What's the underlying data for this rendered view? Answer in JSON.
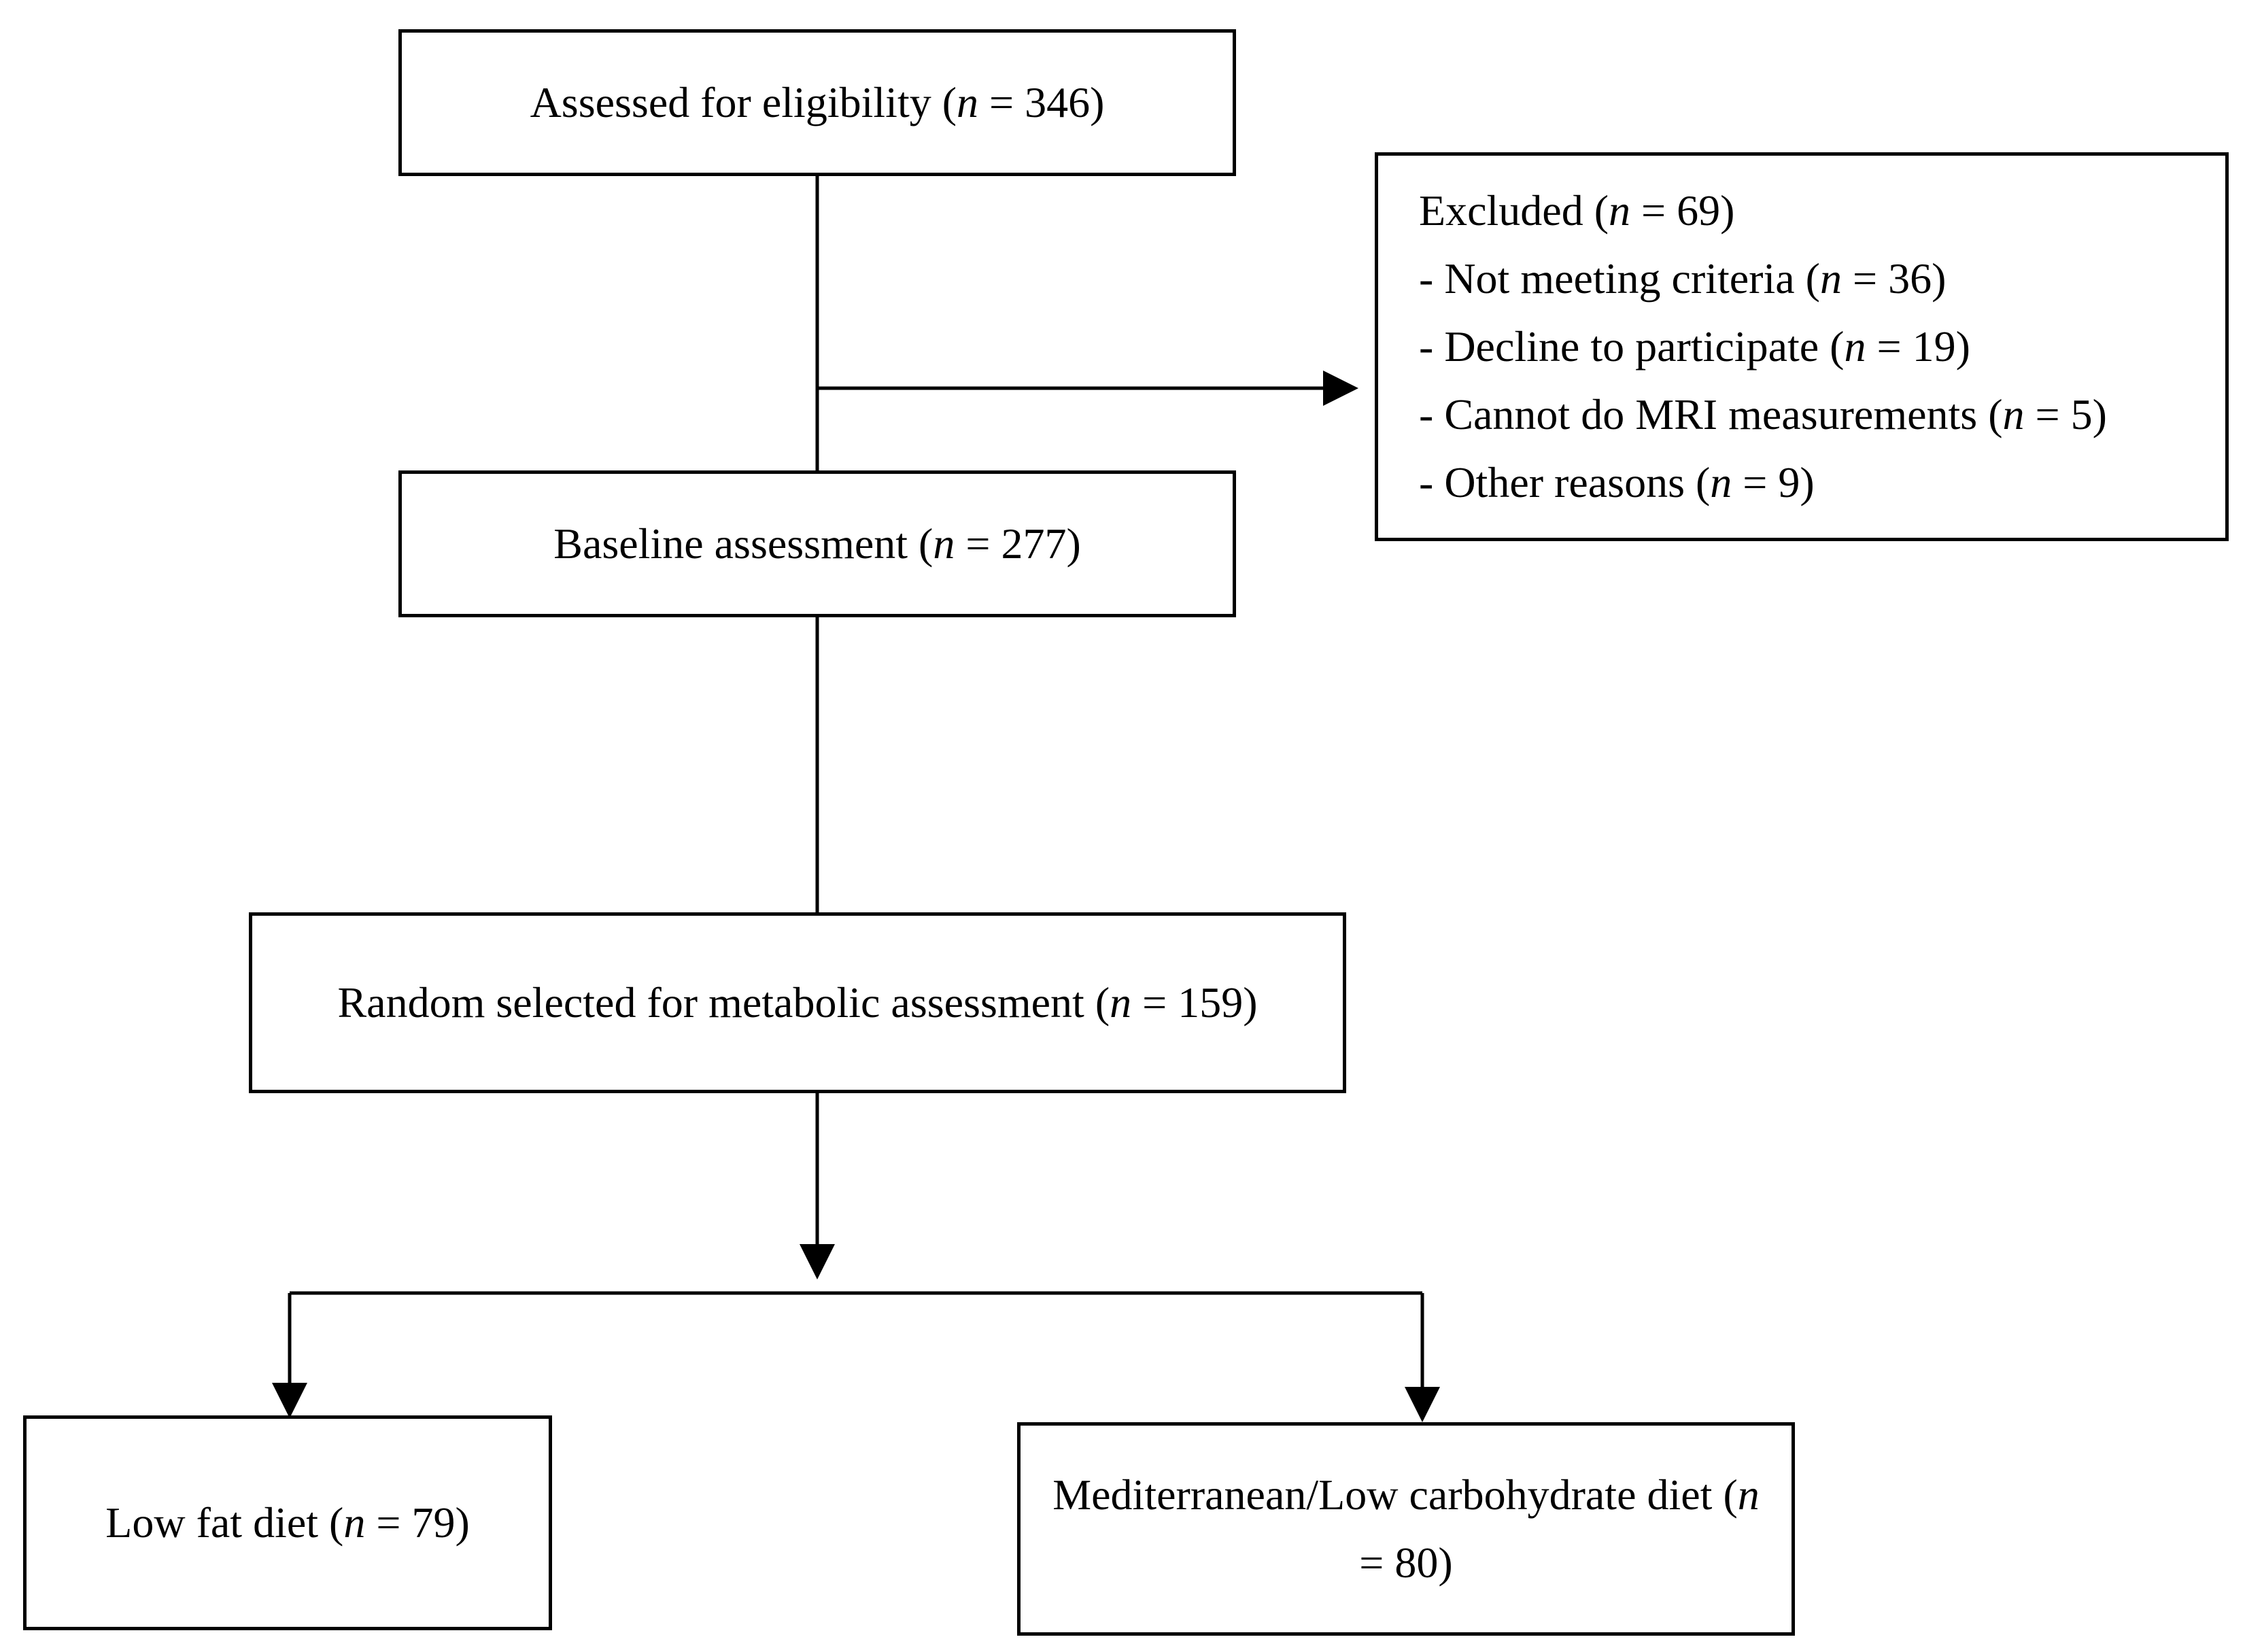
{
  "diagram": {
    "assessed": {
      "label": "Assessed for eligibility (",
      "n": "n",
      "value": " = 346)"
    },
    "excluded": {
      "title": {
        "label": "Excluded (",
        "n": "n",
        "value": " = 69)"
      },
      "reasons": [
        {
          "label": "- Not meeting criteria (",
          "n": "n",
          "value": " = 36)"
        },
        {
          "label": "- Decline to participate (",
          "n": "n",
          "value": " = 19)"
        },
        {
          "label": "- Cannot do MRI measurements (",
          "n": "n",
          "value": " = 5)"
        },
        {
          "label": "- Other reasons (",
          "n": "n",
          "value": " = 9)"
        }
      ]
    },
    "baseline": {
      "label": "Baseline assessment (",
      "n": "n",
      "value": " = 277)"
    },
    "random": {
      "label": "Random selected for metabolic assessment (",
      "n": "n",
      "value": " = 159)"
    },
    "low_fat": {
      "label": "Low fat diet (",
      "n": "n",
      "value": " = 79)"
    },
    "mediterranean": {
      "label": "Mediterranean/Low carbohydrate diet (",
      "n": "n",
      "value": " = 80)"
    }
  }
}
